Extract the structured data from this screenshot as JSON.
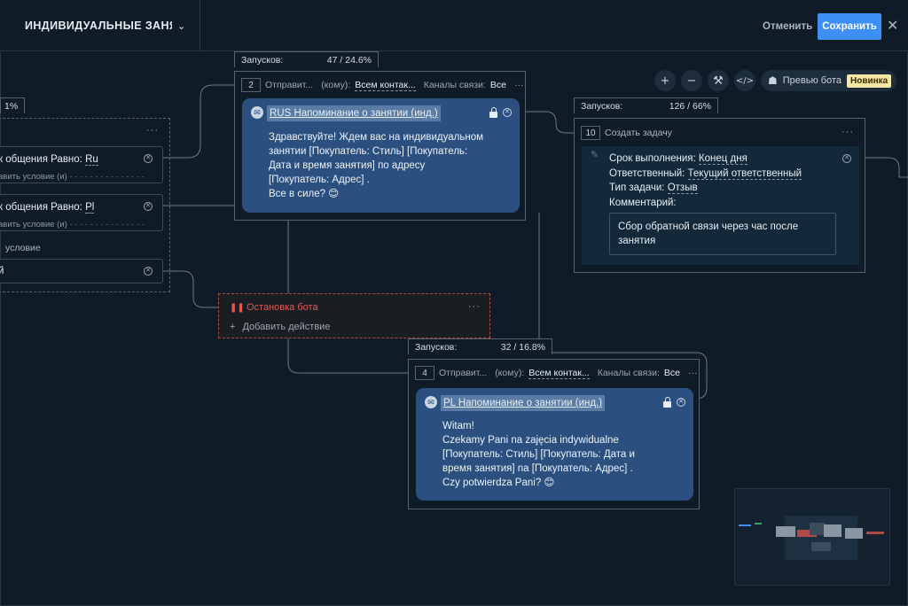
{
  "header": {
    "title": "ИНДИВИДУАЛЬНЫЕ ЗАНЯТ",
    "chevron_icon": "chevron-down-icon",
    "cancel_label": "Отменить",
    "save_label": "Сохранить",
    "close_icon": "close-icon"
  },
  "toolbar": {
    "preview_label": "Превью бота",
    "new_badge": "Новинка",
    "icons": [
      "plus-icon",
      "minus-icon",
      "magic-wand-icon",
      "code-icon",
      "bot-icon"
    ]
  },
  "left_group": {
    "percent_fragment": "1%",
    "cond1_text": "к общения Равно: ",
    "cond1_value": "Ru",
    "cond1_sub": "авить условие (и)",
    "cond2_text": "к общения Равно: ",
    "cond2_value": "Pl",
    "cond2_sub": "авить условие (и)",
    "add_condition": "условие",
    "cond3_text": "й"
  },
  "node2": {
    "runs_label": "Запусков:",
    "runs_value": "47 / 24.6%",
    "number": "2",
    "send_label": "Отправит...",
    "to_label": "(кому):",
    "to_value": "Всем контак...",
    "channels_label": "Каналы связи:",
    "channels_value": "Все",
    "message_title": "RUS Напоминание о занятии (инд.)",
    "message_lines": [
      "Здравствуйте! Ждем вас на индивидуальном",
      "занятии [Покупатель: Стиль] [Покупатель:",
      "Дата и время занятия] по адресу",
      "[Покупатель: Адрес] .",
      "Все в силе? 😊"
    ]
  },
  "node4": {
    "runs_label": "Запусков:",
    "runs_value": "32 / 16.8%",
    "number": "4",
    "send_label": "Отправит...",
    "to_label": "(кому):",
    "to_value": "Всем контак...",
    "channels_label": "Каналы связи:",
    "channels_value": "Все",
    "message_title": "PL Напоминание о занятии (инд.)",
    "message_lines": [
      "Witam!",
      "Czekamy Pani na zajęcia indywidualne",
      "[Покупатель: Стиль] [Покупатель: Дата и",
      "время занятия] na [Покупатель: Адрес] .",
      "Czy potwierdza Pani? 😊"
    ]
  },
  "node10": {
    "runs_label": "Запусков:",
    "runs_value": "126 / 66%",
    "number": "10",
    "title": "Создать задачу",
    "due_label": "Срок выполнения: ",
    "due_value": "Конец дня",
    "owner_label": "Ответственный: ",
    "owner_value": "Текущий ответственный",
    "type_label": "Тип задачи: ",
    "type_value": "Отзыв",
    "comment_label": "Комментарий:",
    "comment_text_1": "Сбор обратной связи  через час после",
    "comment_text_2": "занятия"
  },
  "stop_node": {
    "title": "Остановка бота",
    "add_action": "Добавить действие",
    "pause_icon": "pause-icon"
  },
  "colors": {
    "accent": "#3d8ff5",
    "message_bg": "#2b4f7e",
    "stop": "#e05a5a",
    "new_badge": "#f6e8a6"
  }
}
